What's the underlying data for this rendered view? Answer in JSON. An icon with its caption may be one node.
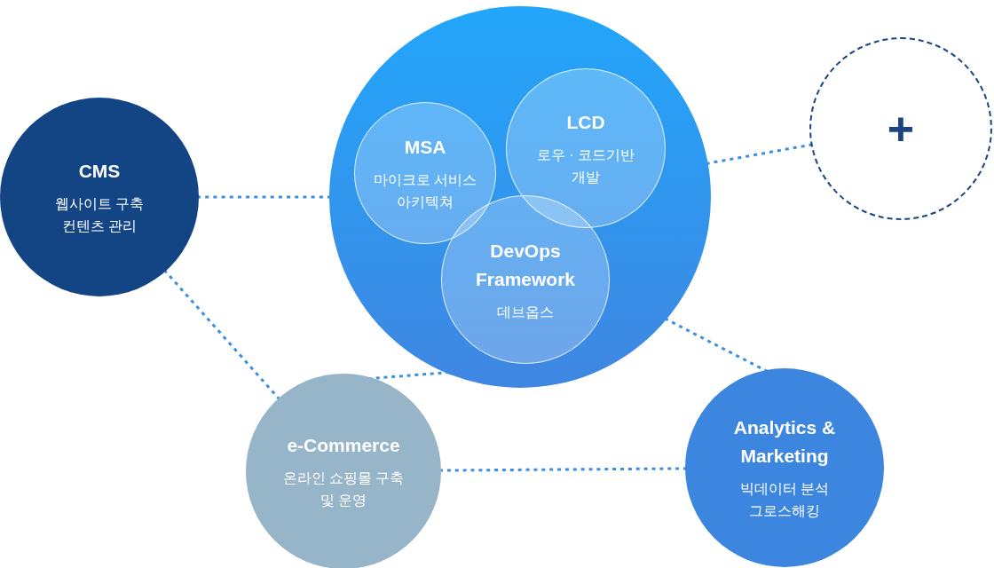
{
  "diagram": {
    "nodes": [
      {
        "text": [],
        "shape": "circle"
      },
      {
        "text": [
          "MSA",
          "마이크로 서비스 아키텍쳐"
        ],
        "in": 0
      },
      {
        "text": [
          "LCD",
          "로우 · 코드기반 개발"
        ],
        "in": 0
      },
      {
        "text": [
          "DevOps Framework",
          "데브옵스"
        ],
        "in": 0
      },
      {
        "text": [
          "CMS",
          "웹사이트 구축 컨텐츠 관리"
        ]
      },
      {
        "text": [
          "+"
        ]
      },
      {
        "text": [
          "e-Commerce",
          "온라인 쇼핑몰 구축 및 운영"
        ]
      },
      {
        "text": [
          "Analytics & Marketing",
          "빅데이터 분석 그로스해킹"
        ]
      }
    ],
    "edges": [
      {
        "from": 4,
        "to": 0,
        "arrow": "none",
        "style": "dashed"
      },
      {
        "from": 0,
        "to": 5,
        "arrow": "none",
        "style": "dashed"
      },
      {
        "from": 4,
        "to": 6,
        "arrow": "none",
        "style": "dashed"
      },
      {
        "from": 6,
        "to": 0,
        "arrow": "none",
        "style": "dashed"
      },
      {
        "from": 0,
        "to": 7,
        "arrow": "none",
        "style": "dashed"
      },
      {
        "from": 6,
        "to": 7,
        "arrow": "none",
        "style": "dashed"
      }
    ]
  }
}
